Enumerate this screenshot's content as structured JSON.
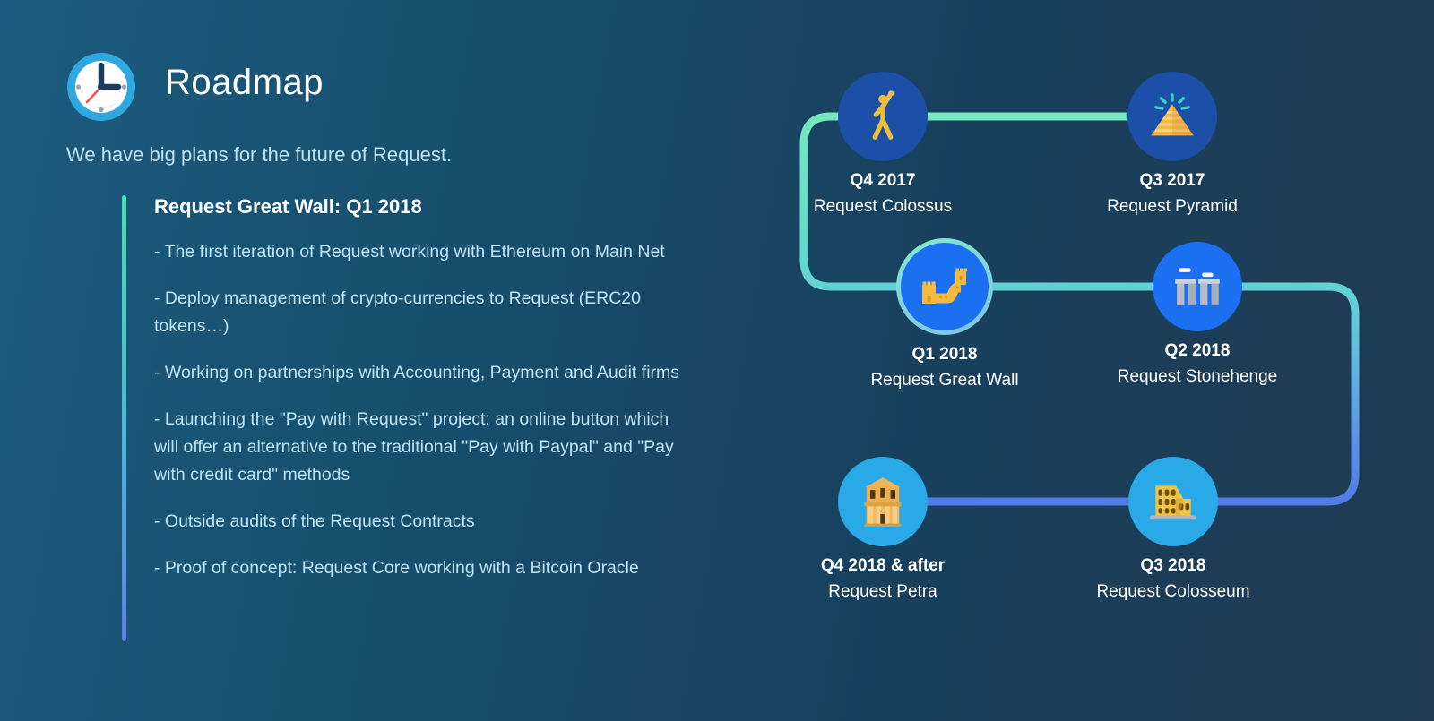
{
  "header": {
    "title": "Roadmap",
    "subtitle": "We have big plans for the future of Request.",
    "icon": "clock-icon"
  },
  "details": {
    "heading": "Request Great Wall: Q1 2018",
    "bullets": [
      "- The first iteration of Request working with Ethereum on Main Net",
      "- Deploy management of crypto-currencies to Request (ERC20 tokens…)",
      "- Working on partnerships with Accounting, Payment and Audit firms",
      "- Launching the \"Pay with Request\" project: an online button which will offer an alternative to the traditional \"Pay with Paypal\" and \"Pay with credit card\" methods",
      "- Outside audits of the Request Contracts",
      "- Proof of concept: Request Core working with a Bitcoin Oracle"
    ]
  },
  "timeline": {
    "milestones": [
      {
        "quarter": "Q4 2017",
        "name": "Request Colossus",
        "icon": "colossus-icon",
        "circle": "dark-blue"
      },
      {
        "quarter": "Q3 2017",
        "name": "Request Pyramid",
        "icon": "pyramid-icon",
        "circle": "dark-blue"
      },
      {
        "quarter": "Q1 2018",
        "name": "Request Great Wall",
        "icon": "great-wall-icon",
        "circle": "bright-blue",
        "highlighted": true
      },
      {
        "quarter": "Q2 2018",
        "name": "Request Stonehenge",
        "icon": "stonehenge-icon",
        "circle": "bright-blue"
      },
      {
        "quarter": "Q4 2018 & after",
        "name": "Request Petra",
        "icon": "petra-icon",
        "circle": "light-blue"
      },
      {
        "quarter": "Q3 2018",
        "name": "Request Colosseum",
        "icon": "colosseum-icon",
        "circle": "light-blue"
      }
    ]
  },
  "colors": {
    "bg_left": "#1C5B7F",
    "bg_mid1": "#174E6D",
    "bg_mid2": "#183F5C",
    "bg_right": "#213B53",
    "title": "#FFFFFF",
    "body_text": "#BEE3F2",
    "accent_top": "#45E0AE",
    "accent_mid": "#4FB4D6",
    "accent_bottom": "#5B7DE8",
    "circle_dark_blue": "#1C4FA8",
    "circle_bright_blue": "#1A70F0",
    "circle_light_blue": "#2AA9E9",
    "highlight_ring": "#82E9C9",
    "path_green": "#79E9BE",
    "path_teal": "#62D8CE",
    "path_sky": "#63C8DC",
    "path_blue": "#5E97E4",
    "path_periwinkle": "#4F77E8",
    "clock_blue": "#2FA8E0",
    "icon_gold": "#F2BA3D"
  }
}
